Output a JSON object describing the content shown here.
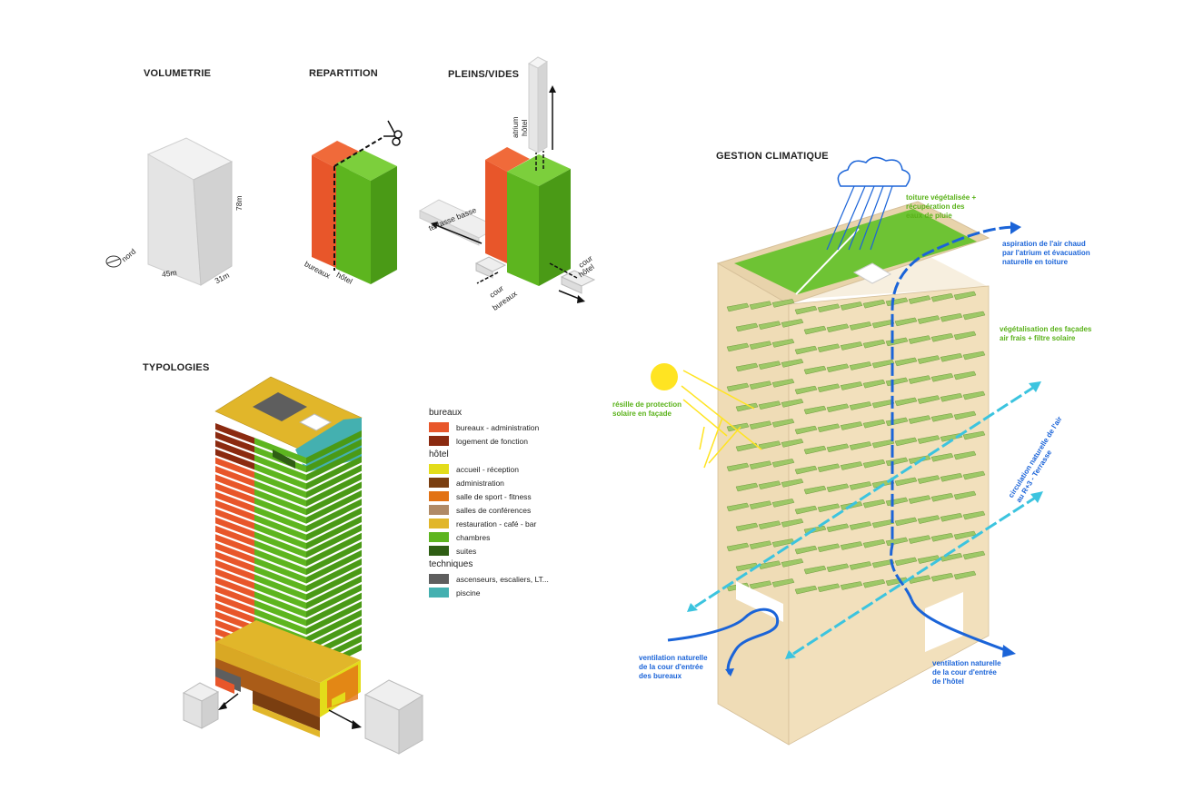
{
  "titles": {
    "volumetrie": "VOLUMETRIE",
    "repartition": "REPARTITION",
    "pleins_vides": "PLEINS/VIDES",
    "typologies": "TYPOLOGIES",
    "gestion": "GESTION CLIMATIQUE"
  },
  "volumetrie": {
    "height": "78m",
    "width": "45m",
    "depth": "31m",
    "north": "nord"
  },
  "repartition": {
    "bureaux": "bureaux",
    "hotel": "hôtel"
  },
  "pleins_vides": {
    "atrium": "atrium",
    "atrium_hotel": "hôtel",
    "terrasse": "terrasse basse",
    "cour_hotel_1": "cour",
    "cour_hotel_2": "hôtel",
    "cour_bureaux_1": "cour",
    "cour_bureaux_2": "bureaux"
  },
  "legend": {
    "groups": [
      {
        "title": "bureaux",
        "items": [
          {
            "label": "bureaux - administration",
            "color": "#e8562a"
          },
          {
            "label": "logement de fonction",
            "color": "#8b2a10"
          }
        ]
      },
      {
        "title": "hôtel",
        "items": [
          {
            "label": "accueil - réception",
            "color": "#e3dc1a"
          },
          {
            "label": "administration",
            "color": "#7a3e10"
          },
          {
            "label": "salle de sport - fitness",
            "color": "#e27214"
          },
          {
            "label": "salles de conférences",
            "color": "#b08a66"
          },
          {
            "label": "restauration - café - bar",
            "color": "#e1b62a"
          },
          {
            "label": "chambres",
            "color": "#5db51f"
          },
          {
            "label": "suites",
            "color": "#2f5e14"
          }
        ]
      },
      {
        "title": "techniques",
        "items": [
          {
            "label": "ascenseurs, escaliers, LT...",
            "color": "#5e5e5e"
          },
          {
            "label": "piscine",
            "color": "#44b0b0"
          }
        ]
      }
    ]
  },
  "climate": {
    "toiture": [
      "toiture végétalisée +",
      "récupération des",
      "eaux de pluie"
    ],
    "aspiration": [
      "aspiration de l'air chaud",
      "par l'atrium et évacuation",
      "naturelle en toiture"
    ],
    "vegetalisation": [
      "végétalisation des façades",
      "air frais + filtre solaire"
    ],
    "resille": [
      "résille de protection",
      "solaire en façade"
    ],
    "circulation": [
      "circulation naturelle de l'air",
      "au R+3 - Terrasse"
    ],
    "vent_bureaux": [
      "ventilation naturelle",
      "de la cour d'entrée",
      "des bureaux"
    ],
    "vent_hotel": [
      "ventilation naturelle",
      "de la cour d'entrée",
      "de l'hôtel"
    ]
  }
}
